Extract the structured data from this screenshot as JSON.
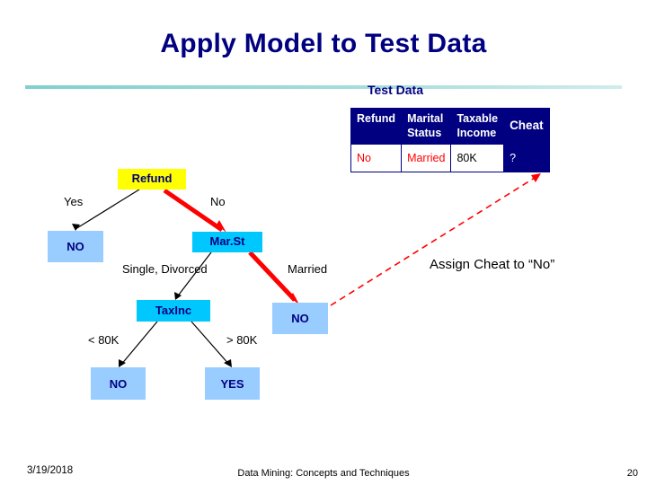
{
  "slide": {
    "title": "Apply Model to Test Data",
    "test_data_label": "Test Data",
    "assign_text": "Assign Cheat to “No”"
  },
  "test_table": {
    "headers": [
      "Refund",
      "Marital Status",
      "Taxable Income",
      "Cheat"
    ],
    "headers_split": {
      "refund": "Refund",
      "marital1": "Marital",
      "marital2": "Status",
      "taxable1": "Taxable",
      "taxable2": "Income",
      "cheat": "Cheat"
    },
    "row": [
      "No",
      "Married",
      "80K",
      "?"
    ]
  },
  "tree": {
    "nodes": {
      "refund": "Refund",
      "marst": "Mar.St",
      "taxinc": "TaxInc",
      "leaf_no_1": "NO",
      "leaf_no_2": "NO",
      "leaf_no_3": "NO",
      "leaf_yes": "YES"
    },
    "edges": {
      "yes": "Yes",
      "no": "No",
      "single_divorced": "Single, Divorced",
      "married": "Married",
      "lt80k": "< 80K",
      "gt80k": "> 80K"
    }
  },
  "footer": {
    "date": "3/19/2018",
    "center": "Data Mining: Concepts and Techniques",
    "page": "20"
  },
  "colors": {
    "title": "#000080",
    "node_refund_bg": "#ffff00",
    "node_split_bg": "#00c8ff",
    "leaf_bg": "#99ccff",
    "path_highlight": "#ff0000",
    "table_header_bg": "#000080",
    "table_cell_text": "#ff0000"
  }
}
